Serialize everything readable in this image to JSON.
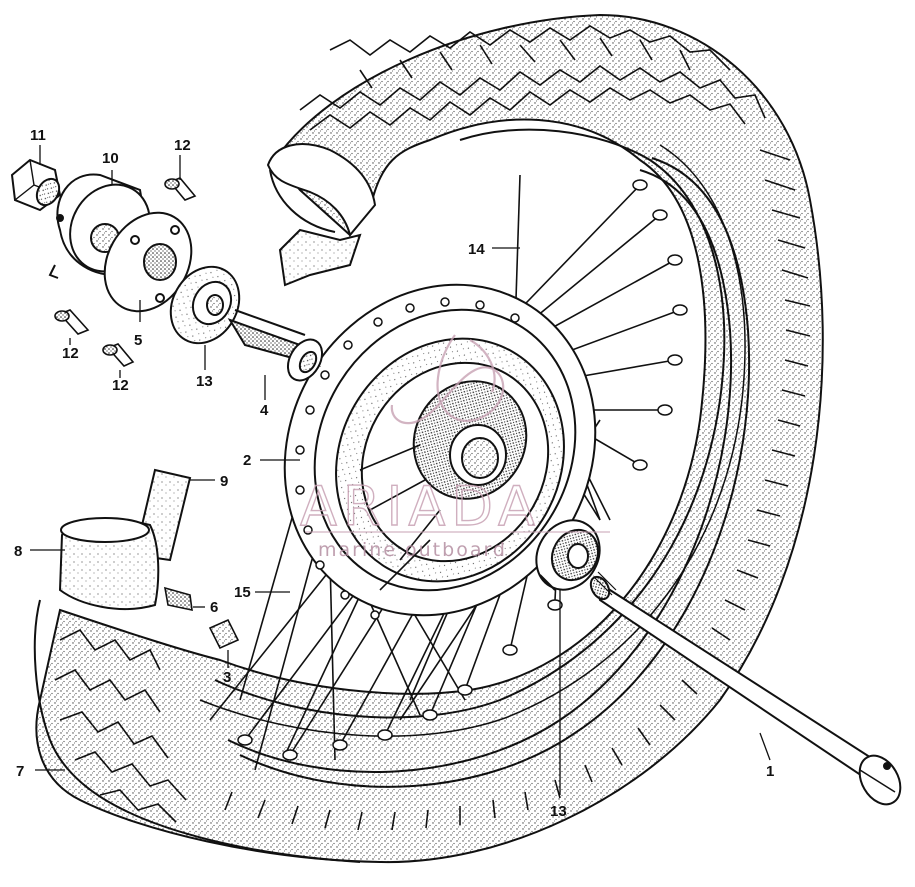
{
  "callouts": {
    "c1": "1",
    "c2": "2",
    "c3": "3",
    "c4": "4",
    "c5": "5",
    "c6": "6",
    "c7": "7",
    "c8": "8",
    "c9": "9",
    "c10": "10",
    "c11": "11",
    "c12a": "12",
    "c12b": "12",
    "c12c": "12",
    "c13a": "13",
    "c13b": "13",
    "c14": "14",
    "c15": "15"
  },
  "watermark": {
    "brand": "ARIADA",
    "tagline": "marine outboard"
  },
  "colors": {
    "line": "#111111",
    "stipple": "#444444",
    "watermark": "#c8a2b4"
  }
}
